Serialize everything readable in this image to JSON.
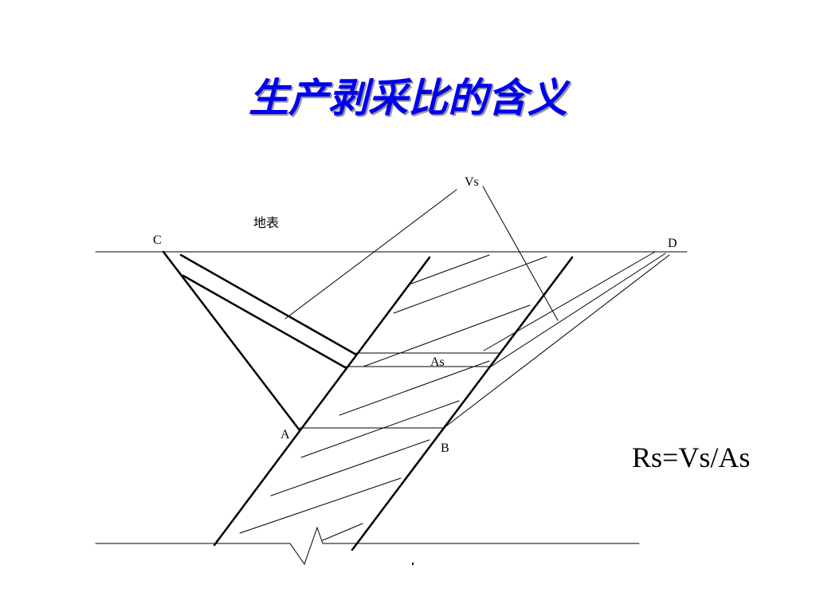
{
  "title": "生产剥采比的含义",
  "colors": {
    "title": "#0000ee",
    "line": "#000000"
  },
  "labels": {
    "vs": "Vs",
    "ground": "地表",
    "c": "C",
    "d": "D",
    "as": "As",
    "a": "A",
    "b": "B"
  },
  "formula": "Rs=Vs/As"
}
